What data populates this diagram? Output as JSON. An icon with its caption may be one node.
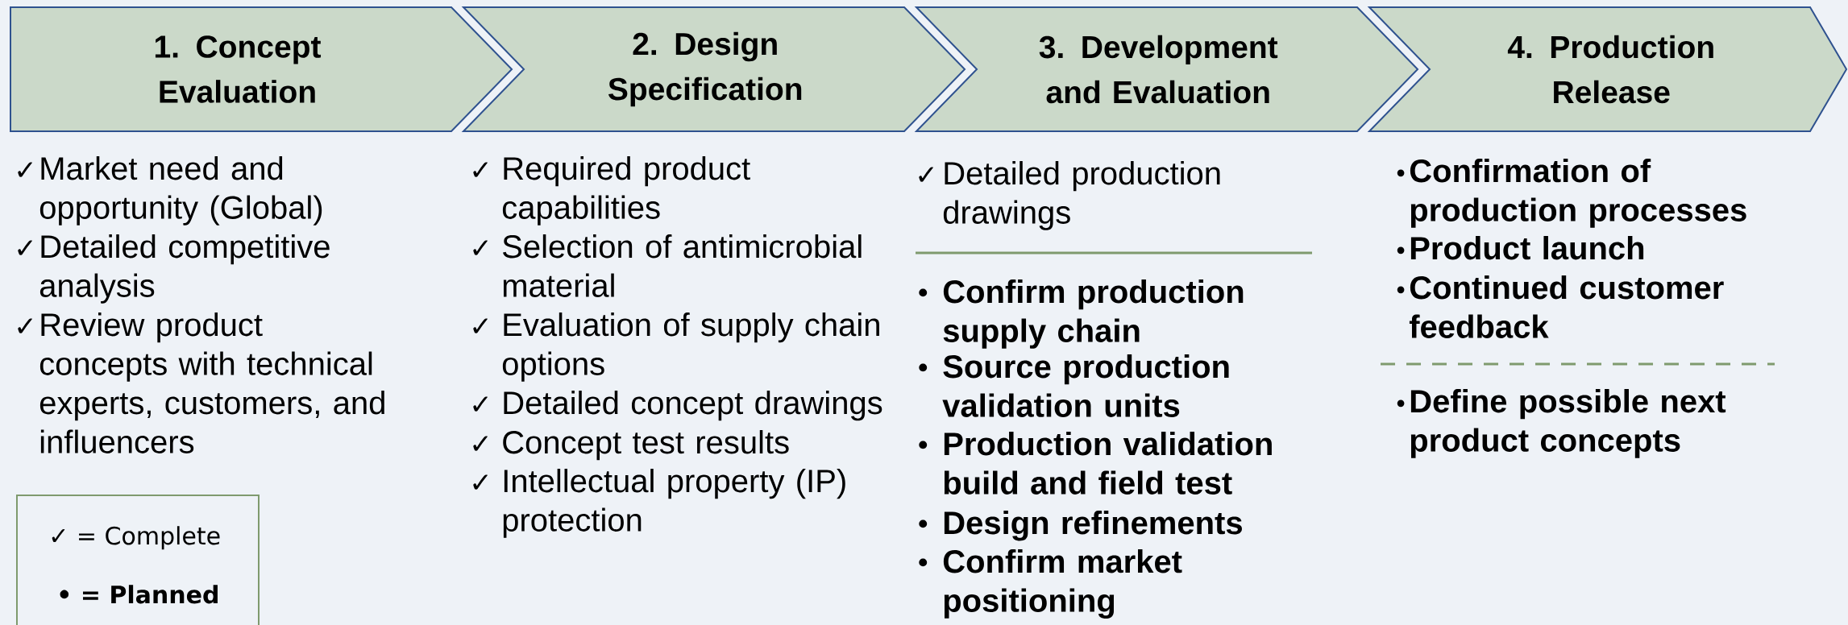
{
  "diagram": {
    "nodes": [
      {
        "text": [
          "1. Concept Evaluation"
        ],
        "beside": [
          "Market need and opportunity (Global)",
          "Detailed competitive analysis",
          "Review product concepts with technical experts, customers, and influencers"
        ]
      },
      {
        "text": [
          "2. Design Specification"
        ],
        "beside": [
          "Required product capabilities",
          "Selection of antimicrobial material",
          "Evaluation of supply chain options",
          "Detailed concept drawings",
          "Concept test results",
          "Intellectual property (IP) protection"
        ]
      },
      {
        "text": [
          "3. Development and Evaluation"
        ],
        "beside": [
          "Detailed production drawings",
          "Confirm production supply chain",
          "Source production validation units",
          "Production validation build and field test",
          "Design refinements",
          "Confirm market positioning"
        ]
      },
      {
        "text": [
          "4. Production Release"
        ],
        "beside": [
          "Confirmation of production processes",
          "Product launch",
          "Continued customer feedback",
          "Define possible next product concepts"
        ]
      }
    ],
    "labels": [
      "✓",
      "✓",
      "✓",
      "✓",
      "✓",
      "✓",
      "✓",
      "✓",
      "✓",
      "✓",
      "•",
      "•",
      "•",
      "•",
      "•",
      "•",
      "•",
      "•",
      "•"
    ],
    "legend": [
      {
        "text": "✓ = Complete"
      },
      {
        "text": "• = Planned"
      }
    ]
  }
}
